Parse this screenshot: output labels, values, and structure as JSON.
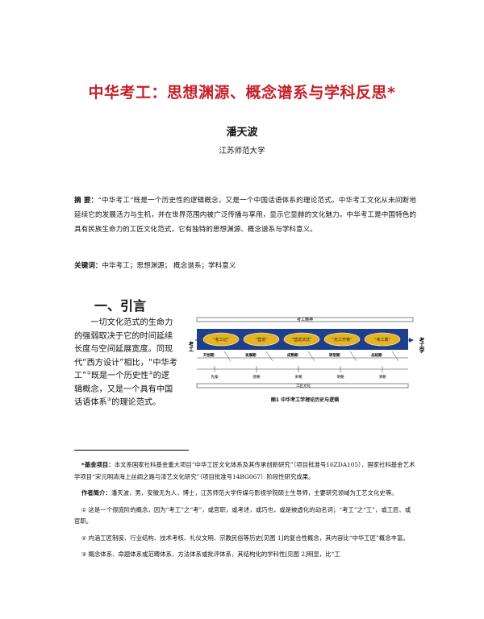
{
  "title": "中华考工：思想渊源、概念谱系与学科反思*",
  "author": "潘天波",
  "affiliation": "江苏师范大学",
  "abstract": {
    "label": "摘  要：",
    "text": "“中华考工”既是一个历史性的逻辑概念，又是一个中国话语体系的理论范式。中华考工文化从未间断地延续它的发展活力与生机，并在世界范围内被广泛传播与享用，显示它显赫的文化魅力。中华考工是中国特色的具有民族生命力的工匠文化范式，它有独特的思想渊源、概念谱系与学科意义。"
  },
  "keywords": {
    "label": "关键词：",
    "text": "中华考工；思想渊源；  概念谱系；学科意义"
  },
  "section1": {
    "heading": "一、引言"
  },
  "intro": {
    "p1": "一切文化范式的生命力的强弱取决于它的时间延续长度与空间延展宽度。同现代“西方设计”相比，“中华考工”",
    "n1": "①",
    "p2": "既是一个历史性",
    "n2": "②",
    "p3": "的逻辑概念，又是一个具有中国话语体系",
    "n3": "③",
    "p4": "的理论范式。"
  },
  "figure": {
    "top_label": "考工精神",
    "left_label": "考工",
    "right_label": "考工学",
    "bottom_label": "工匠文化",
    "concepts": [
      "“考工记”",
      "“营造”",
      "“营造法式”",
      "“天工开物”",
      "“考工典”"
    ],
    "periods": [
      "开创期",
      "发展期",
      "成熟期",
      "转型期",
      "总结期"
    ],
    "dynasties": [
      "先秦",
      "唐朝",
      "宋朝",
      "明朝",
      "清朝"
    ],
    "caption": "图1 中华考工学理论历史与逻辑"
  },
  "notes": {
    "fund_label": "*基金项目：",
    "fund_text": "本文系国家社科基金重大项目“中华工匠文化体系及其传承创新研究”（项目批准号16ZDA105），国家社科基金艺术学项目“宋元明清海上丝绸之路与漆艺文化研究”（项目批准号14BG067）阶段性研究成果。",
    "author_label": "作者简介：",
    "author_text": "潘天波，男，安徽无为人，博士，江苏师范大学传媒与影视学院硕士生导师，主要研究领域为工艺文化史等。",
    "n1_mark": "①",
    "n1_text": "这是一个很庞阶的概念，因为“考工”之“考”，或官职，或考述，或巧也，或是被虚化的动名词；“考工”之“工”，或工匠、或官职。",
    "n2_mark": "②",
    "n2_text": "内涵工匠制度、行业结构、技术考核、礼仪文明、宗教民俗等历史[见图 1]的复合性概念，其内容比“中华工匠”概念丰富。",
    "n3_mark": "③",
    "n3_text": "概念体系、命题体系或范畴体系、方法体系或批评体系，其结构化的学科性[见图 2]明显，比“工"
  },
  "colors": {
    "title": "#c6202a",
    "figure_blue": "#1f3f8a",
    "figure_gold": "#e6b422"
  }
}
